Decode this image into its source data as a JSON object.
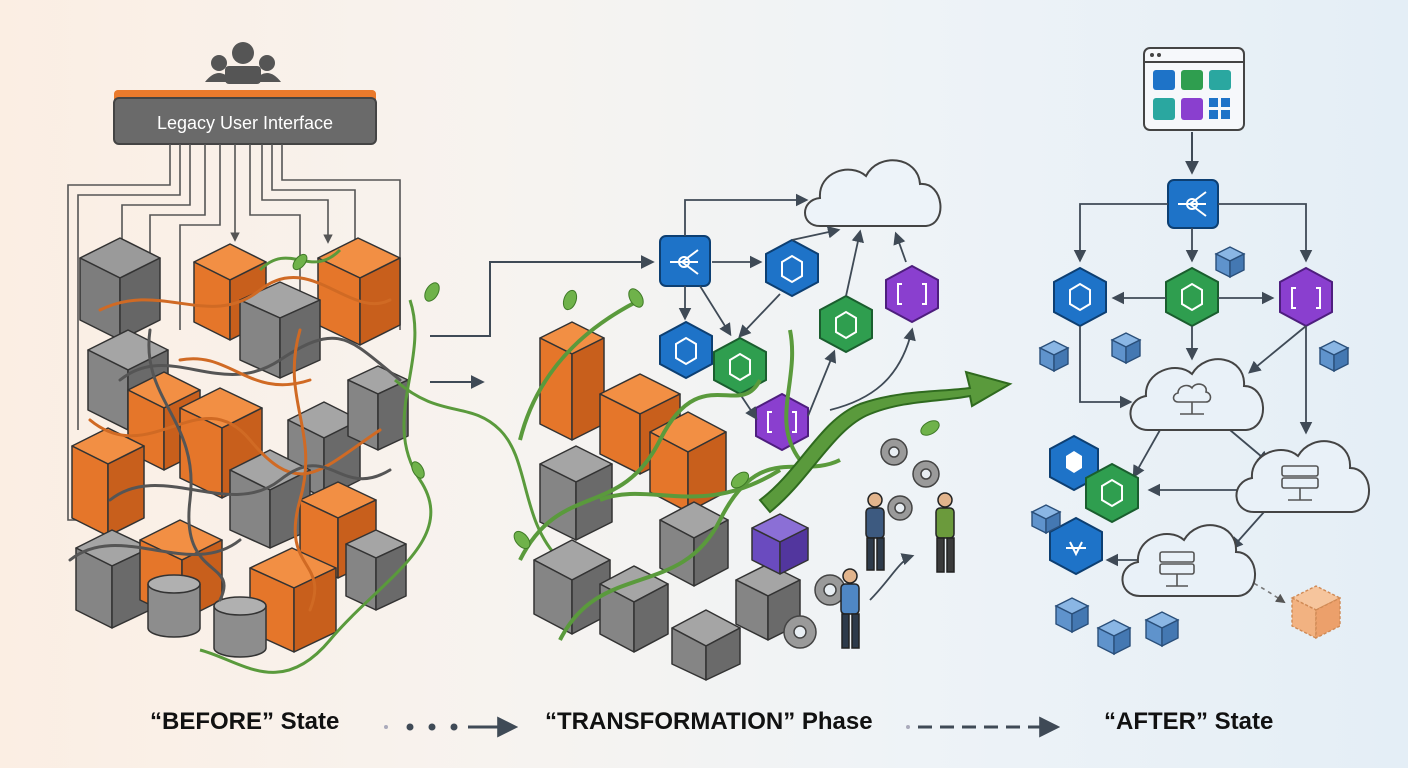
{
  "legacy_ui": {
    "label": "Legacy User Interface"
  },
  "captions": {
    "before": "“BEFORE” State",
    "transformation": "“TRANSFORMATION” Phase",
    "after": "“AFTER” State"
  },
  "colors": {
    "orange": "#ec7a2b",
    "gray": "#8a8a8a",
    "vine_green": "#5a9a3c",
    "service_blue": "#1e73c8",
    "service_green": "#2f9e4f",
    "service_purple": "#8a3fcf",
    "cloud": "#e9f1f8",
    "arrow": "#3f4a56"
  },
  "icons": [
    "users-icon",
    "router-icon",
    "cube-icon",
    "function-icon",
    "cloud-icon",
    "server-icon",
    "gear-icon",
    "dashboard-icon",
    "package-icon"
  ]
}
